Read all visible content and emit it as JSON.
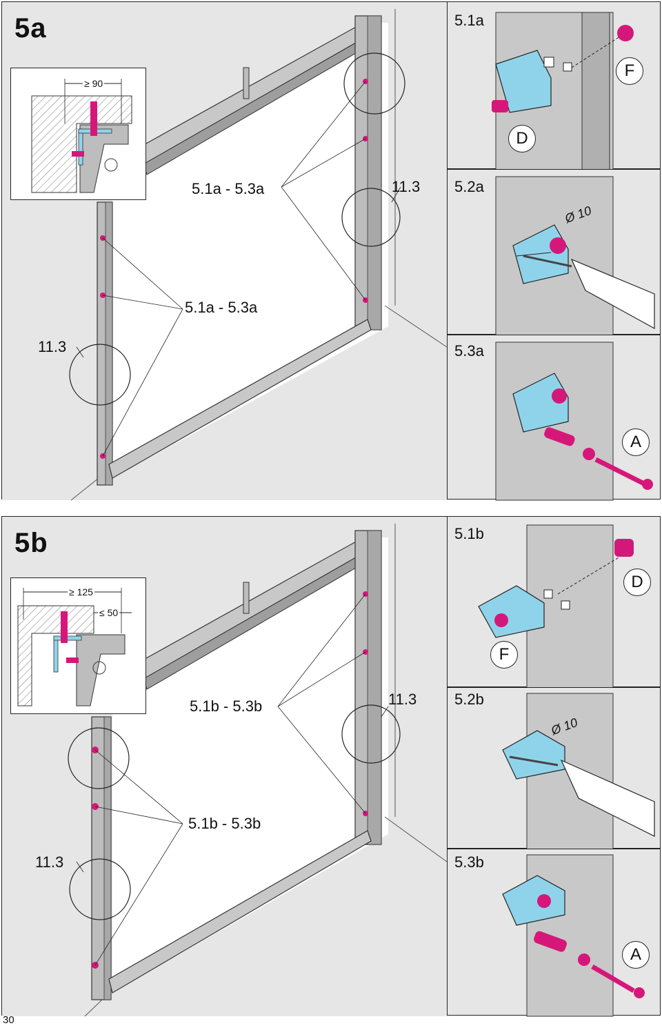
{
  "page_number": "30",
  "section_a": {
    "title": "5a",
    "inset_dimension": "≥ 90",
    "callout_upper": "5.1a - 5.3a",
    "callout_lower": "5.1a - 5.3a",
    "ref_right": "11.3",
    "ref_left": "11.3",
    "steps": [
      {
        "label": "5.1a",
        "parts": [
          "F",
          "D"
        ]
      },
      {
        "label": "5.2a",
        "drill": "Ø 10"
      },
      {
        "label": "5.3a",
        "parts": [
          "A"
        ]
      }
    ]
  },
  "section_b": {
    "title": "5b",
    "inset_dimension_outer": "≥ 125",
    "inset_dimension_inner": "≤ 50",
    "callout_upper": "5.1b - 5.3b",
    "callout_lower": "5.1b - 5.3b",
    "ref_right": "11.3",
    "ref_left": "11.3",
    "steps": [
      {
        "label": "5.1b",
        "parts": [
          "D",
          "F"
        ]
      },
      {
        "label": "5.2b",
        "drill": "Ø 10"
      },
      {
        "label": "5.3b",
        "parts": [
          "A"
        ]
      }
    ]
  },
  "colors": {
    "accent": "#d6177a",
    "bracket": "#8fd3ea",
    "frame": "#bdbdbd",
    "panel_bg": "#e6e6e6"
  }
}
